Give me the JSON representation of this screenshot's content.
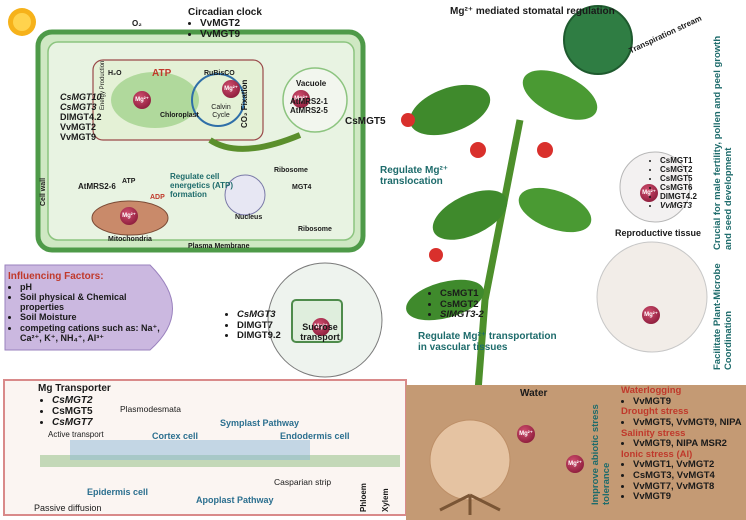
{
  "colors": {
    "cell_wall": "#5fa85a",
    "teal_text": "#1d6b6b",
    "red_text": "#c0392b",
    "purple_box": "#cbb8e0",
    "root_box_border": "#d98a8a"
  },
  "cell": {
    "circadian_title": "Circadian clock",
    "circadian_items": [
      "VvMGT2",
      "VvMGT9"
    ],
    "o2": "O₂",
    "h2o": "H₂O",
    "atp": "ATP",
    "rubisco": "RuBisCO",
    "calvin": "Calvin Cycle",
    "energy_production": "Energy Production",
    "chloroplast": "Chloroplast",
    "co2_fixation": "CO₂ Fixation",
    "left_transporters": [
      "CsMGT10",
      "CsMGT3",
      "DlMGT4.2",
      "VvMGT2",
      "VvMGT9"
    ],
    "left_transporters_italic": [
      true,
      true,
      false,
      false,
      false
    ],
    "vacuole": "Vacuole",
    "vacuole_items": [
      "AtMRS2-1",
      "AtMRS2-5"
    ],
    "cell_wall": "Cell wall",
    "mito_atp": "ATP",
    "mito_adp": "ADP",
    "atmrs26": "AtMRS2-6",
    "mitochondria": "Mitochondria",
    "regulate_energetics": "Regulate cell energetics (ATP) formation",
    "ribosome_top": "Ribosome",
    "mgt4": "MGT4",
    "nucleus": "Nucleus",
    "ribosome_bottom": "Ribosome",
    "plasma_membrane": "Plasma Membrane",
    "mg_label": "Mg²⁺"
  },
  "stomata": {
    "title": "Mg²⁺ mediated stomatal regulation",
    "stream": "Transpiration stream"
  },
  "translocation": {
    "transporter": "CsMGT5",
    "label": "Regulate Mg²⁺ translocation"
  },
  "reproductive": {
    "items": [
      "CsMGT1",
      "CsMGT2",
      "CsMGT5",
      "CsMGT6",
      "DlMGT4.2",
      "VvMGT3"
    ],
    "italic": [
      false,
      false,
      false,
      false,
      false,
      true
    ],
    "tissue_label": "Reproductive tissue",
    "side_label": "Crucial for male fertility, pollen and peel growth and seed development"
  },
  "microbe": {
    "side_label": "Facilitate Plant-Microbe Coordination"
  },
  "influencing": {
    "title": "Influencing Factors:",
    "items": [
      "pH",
      "Soil physical & Chemical properties",
      "Soil Moisture",
      "competing cations such as: Na⁺, Ca²⁺, K⁺, NH₄⁺, Al³⁺"
    ]
  },
  "sucrose": {
    "items": [
      "CsMGT3",
      "DlMGT7",
      "DlMGT9.2"
    ],
    "italic": [
      true,
      false,
      false
    ],
    "label": "Sucrose transport"
  },
  "vascular": {
    "items": [
      "CsMGT1",
      "CsMGT2",
      "SlMGT3-2"
    ],
    "italic": [
      false,
      false,
      true
    ],
    "label": "Regulate Mg²⁺ transportation in vascular tissues"
  },
  "root": {
    "mg_transporter": "Mg Transporter",
    "transporters": [
      "CsMGT2",
      "CsMGT5",
      "CsMGT7"
    ],
    "italic": [
      true,
      false,
      true
    ],
    "active_transport": "Active transport",
    "plasmodesmata": "Plasmodesmata",
    "symplast": "Symplast Pathway",
    "cortex": "Cortex cell",
    "endodermis": "Endodermis cell",
    "epidermis": "Epidermis cell",
    "apoplast": "Apoplast Pathway",
    "casparian": "Casparian strip",
    "passive": "Passive diffusion",
    "phloem": "Phloem",
    "xylem": "Xylem"
  },
  "stress": {
    "water": "Water",
    "side_label": "Improve abiotic stress tolerance",
    "categories": [
      {
        "title": "Waterlogging",
        "items": [
          "VvMGT9"
        ]
      },
      {
        "title": "Drought stress",
        "items": [
          "VvMGT5, VvMGT9, NIPA"
        ]
      },
      {
        "title": "Salinity stress",
        "items": [
          "VvMGT9, NIPA MSR2"
        ]
      },
      {
        "title": "Ionic stress (Al)",
        "items": [
          "VvMGT1, VvMGT2",
          "CsMGT3, VvMGT4",
          "VvMGT7, VvMGT8",
          "VvMGT9"
        ]
      }
    ]
  }
}
